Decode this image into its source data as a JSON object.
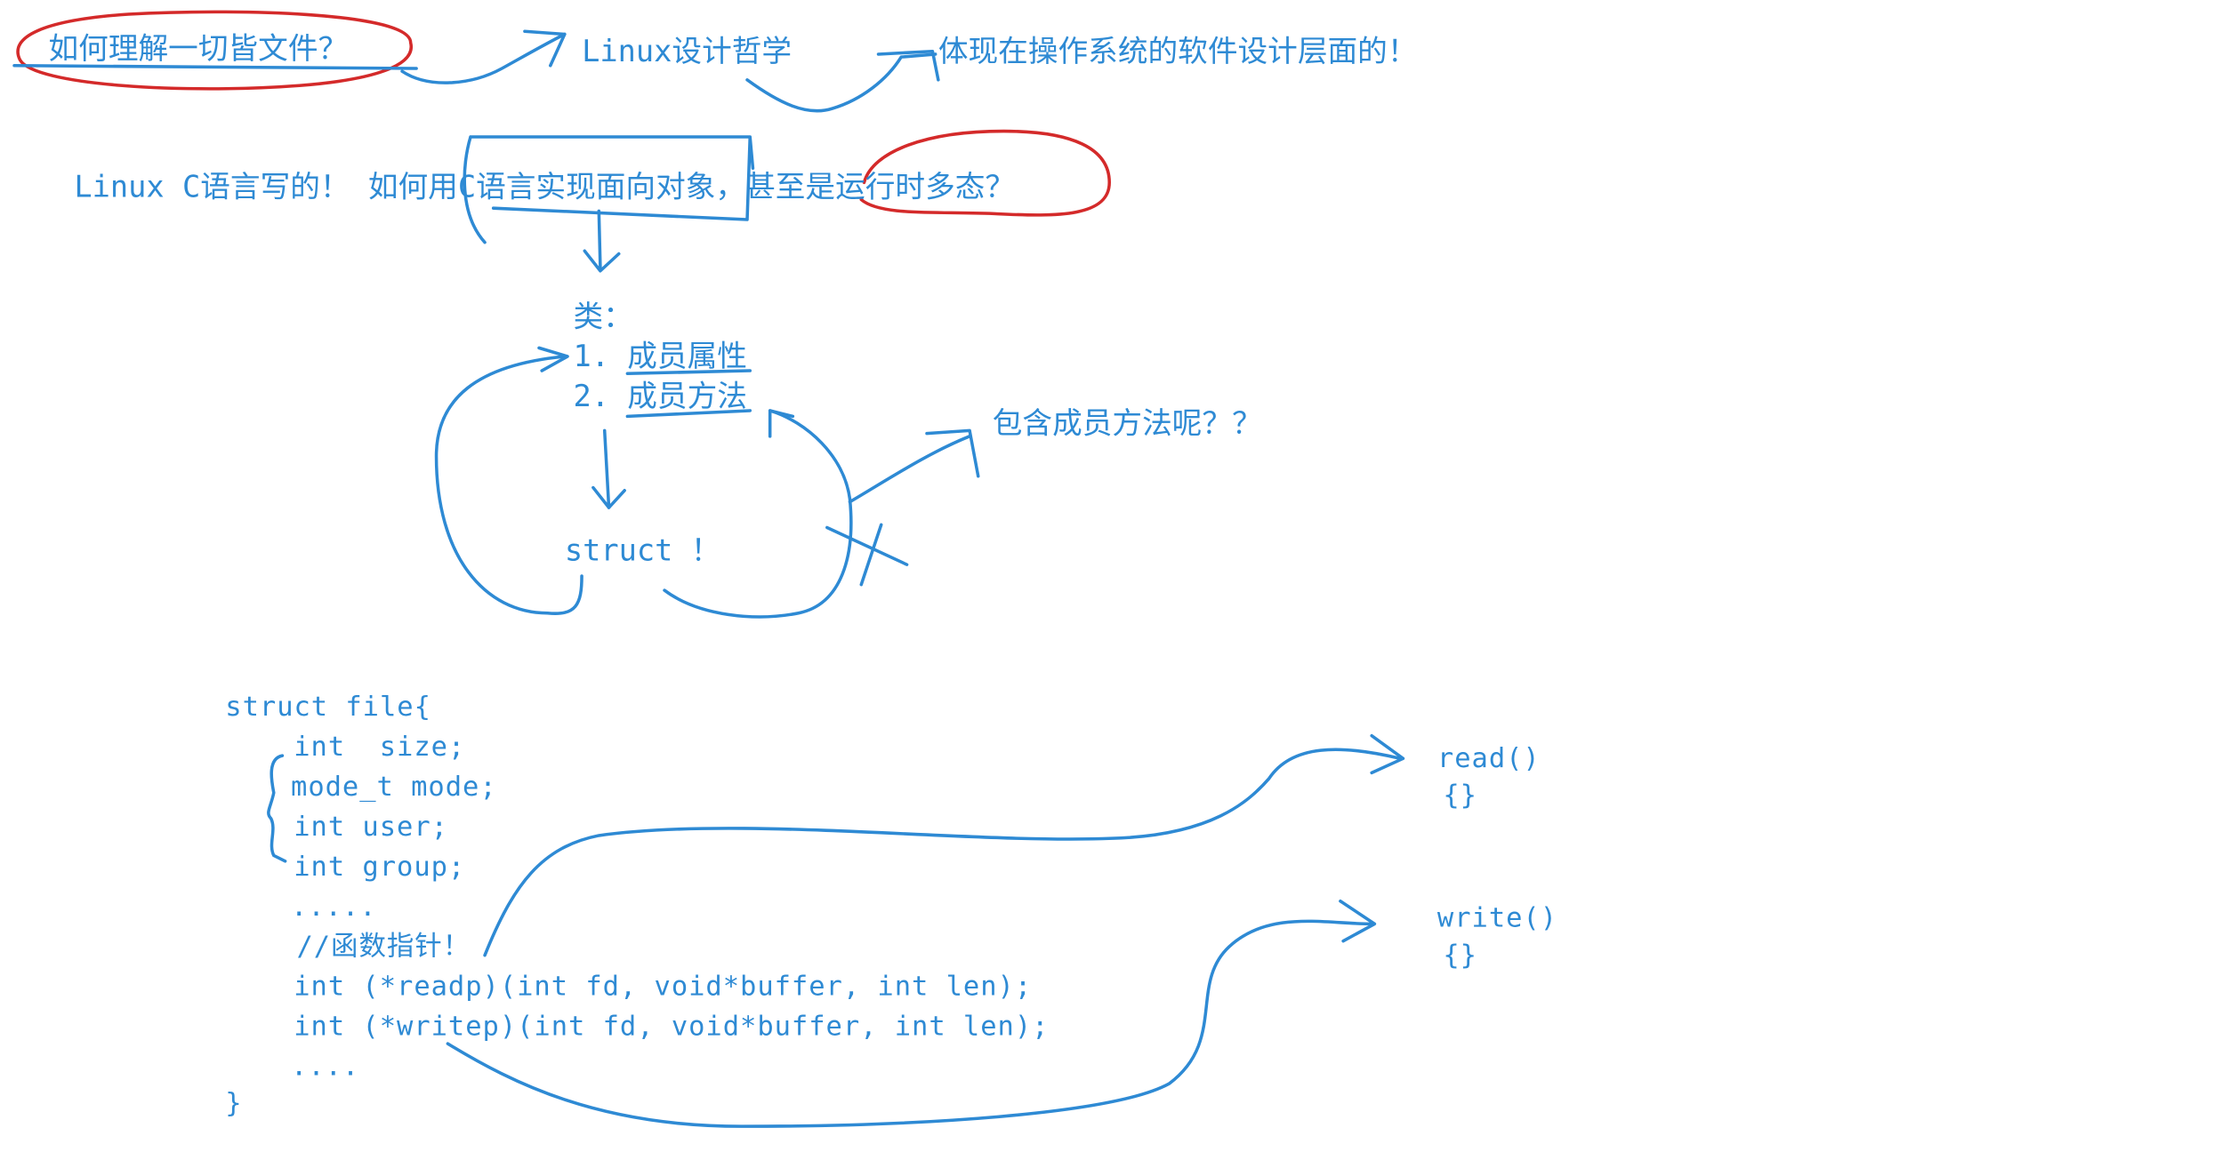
{
  "colors": {
    "ink_blue": "#2e8ad4",
    "ink_red": "#d42a2a",
    "background": "#ffffff"
  },
  "notes": {
    "question": "如何理解一切皆文件？",
    "linux_philosophy": "Linux设计哲学",
    "os_design": "体现在操作系统的软件设计层面的！",
    "linux_c_line": "Linux C语言写的！ 如何用C语言实现面向对象，甚至是运行时多态？",
    "class_label": "类：",
    "member_attr": "1. 成员属性",
    "member_method": "2. 成员方法",
    "contains_methods": "包含成员方法呢？？",
    "struct_label": "struct ！"
  },
  "code": {
    "lines": [
      "struct file{",
      "int  size;",
      "mode_t mode;",
      "int user;",
      "int group;",
      ".....",
      "//函数指针！",
      "int (*readp)(int fd, void*buffer, int len);",
      "int (*writep)(int fd, void*buffer, int len);",
      "....",
      "}"
    ]
  },
  "functions": {
    "read_sig": "read()",
    "read_body": "{}",
    "write_sig": "write()",
    "write_body": "{}"
  }
}
